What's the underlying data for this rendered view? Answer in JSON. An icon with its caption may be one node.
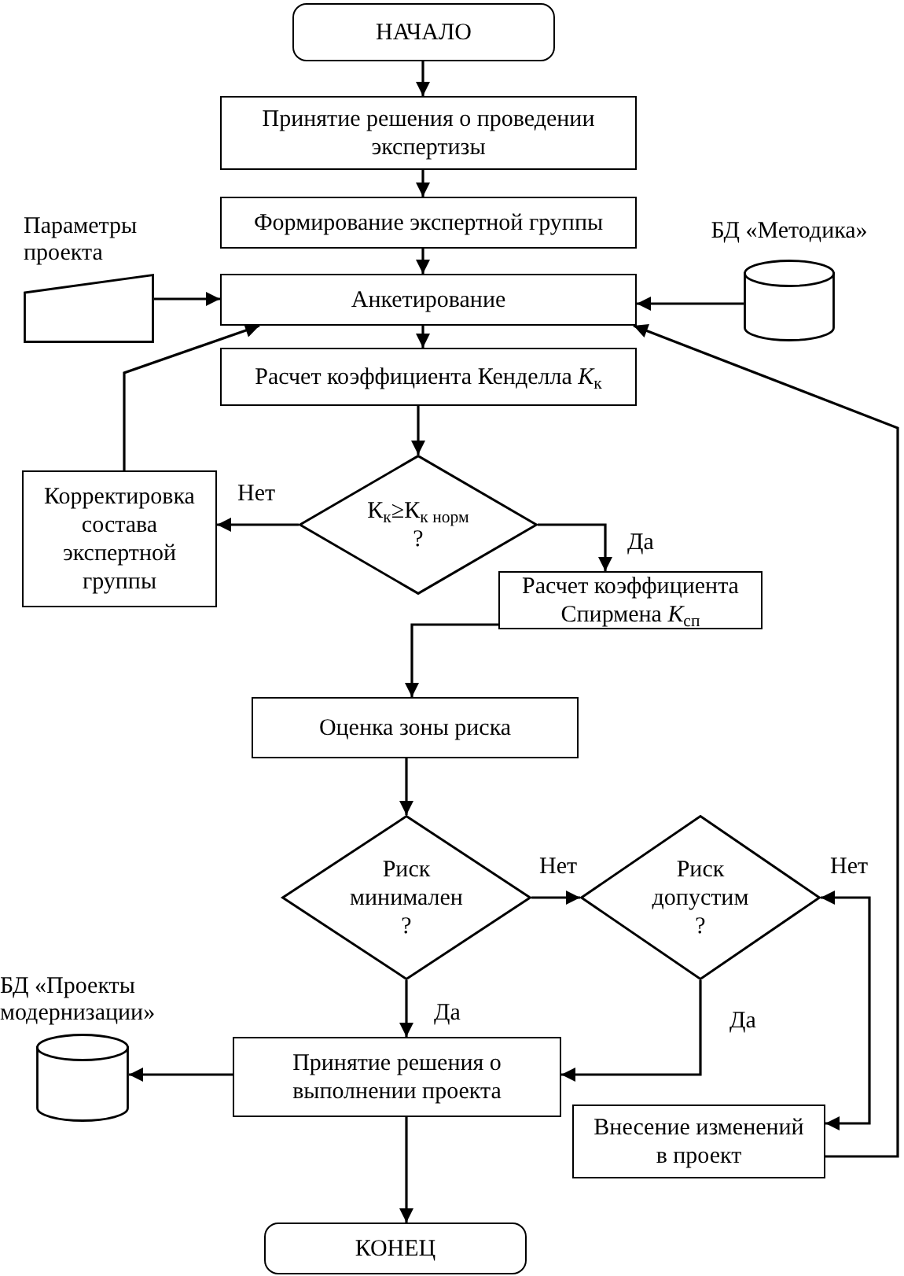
{
  "diagram": {
    "nodes": [
      {
        "text": [
          "НАЧАЛО"
        ]
      },
      {
        "text": [
          "Принятие решения о проведении экспертизы"
        ]
      },
      {
        "text": [
          "Формирование экспертной группы"
        ]
      },
      {
        "text": [
          "Параметры проекта"
        ]
      },
      {
        "text": [
          "Анкетирование"
        ]
      },
      {
        "text": [
          "БД «Методика»"
        ]
      },
      {
        "text": [
          "Расчет коэффициента Кенделла *К*$_{к}$"
        ]
      },
      {
        "text": [
          "Корректировка состава экспертной группы"
        ]
      },
      {
        "text": [
          "К$_{к}$≥К$_{к норм}$ ?"
        ]
      },
      {
        "text": [
          "Расчет коэффициента Спирмена *К*$_{сп}$"
        ]
      },
      {
        "text": [
          "Оценка зоны риска"
        ]
      },
      {
        "text": [
          "Риск минимален ?"
        ]
      },
      {
        "text": [
          "Риск допустим ?"
        ]
      },
      {
        "text": [
          "БД «Проекты модернизации»"
        ]
      },
      {
        "text": [
          "Принятие решения о выполнении проекта"
        ]
      },
      {
        "text": [
          "Внесение изменений в проект"
        ]
      },
      {
        "text": [
          "КОНЕЦ"
        ]
      }
    ],
    "edges": [
      {
        "from": 0,
        "to": 1,
        "arrow": "to"
      },
      {
        "from": 1,
        "to": 2,
        "arrow": "to"
      },
      {
        "from": 2,
        "to": 4,
        "arrow": "to"
      },
      {
        "from": 3,
        "to": 4,
        "arrow": "to"
      },
      {
        "from": 5,
        "to": 4,
        "arrow": "to"
      },
      {
        "from": 4,
        "to": 6,
        "arrow": "to"
      },
      {
        "from": 6,
        "to": 8,
        "arrow": "to"
      },
      {
        "from": 8,
        "to": 7,
        "arrow": "to",
        "label": "Нет"
      },
      {
        "from": 8,
        "to": 9,
        "arrow": "to",
        "label": "Да"
      },
      {
        "from": 7,
        "to": 4,
        "arrow": "to"
      },
      {
        "from": 9,
        "to": 10,
        "arrow": "to"
      },
      {
        "from": 10,
        "to": 11,
        "arrow": "to"
      },
      {
        "from": 11,
        "to": 12,
        "arrow": "to",
        "label": "Нет"
      },
      {
        "from": 11,
        "to": 14,
        "arrow": "to",
        "label": "Да"
      },
      {
        "from": 12,
        "to": 14,
        "arrow": "to",
        "label": "Да"
      },
      {
        "from": 12,
        "to": 15,
        "arrow": "both",
        "label": "Нет"
      },
      {
        "from": 14,
        "to": 13,
        "arrow": "to"
      },
      {
        "from": 14,
        "to": 16,
        "arrow": "to"
      },
      {
        "from": 15,
        "to": 4,
        "arrow": "to"
      }
    ]
  }
}
